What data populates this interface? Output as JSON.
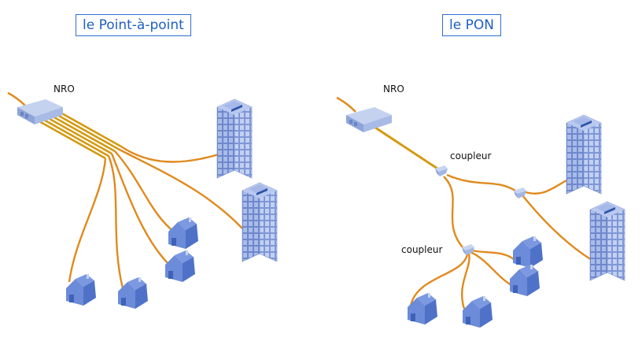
{
  "diagrams": [
    {
      "title": "le Point-à-point",
      "central_office_label": "NRO",
      "fiber_count": 6,
      "endpoints": {
        "buildings": 2,
        "houses": 4
      }
    },
    {
      "title": "le PON",
      "central_office_label": "NRO",
      "splitter_label_top": "coupleur",
      "splitter_label_bottom": "coupleur",
      "endpoints": {
        "buildings": 2,
        "houses": 4
      }
    }
  ],
  "colors": {
    "fiber": "#e08a1e",
    "fiber_dark": "#c9861a",
    "equipment": "#9fb3e0",
    "building": "#8fa6de",
    "house": "#5b7fd6",
    "title": "#1f5fc4"
  }
}
